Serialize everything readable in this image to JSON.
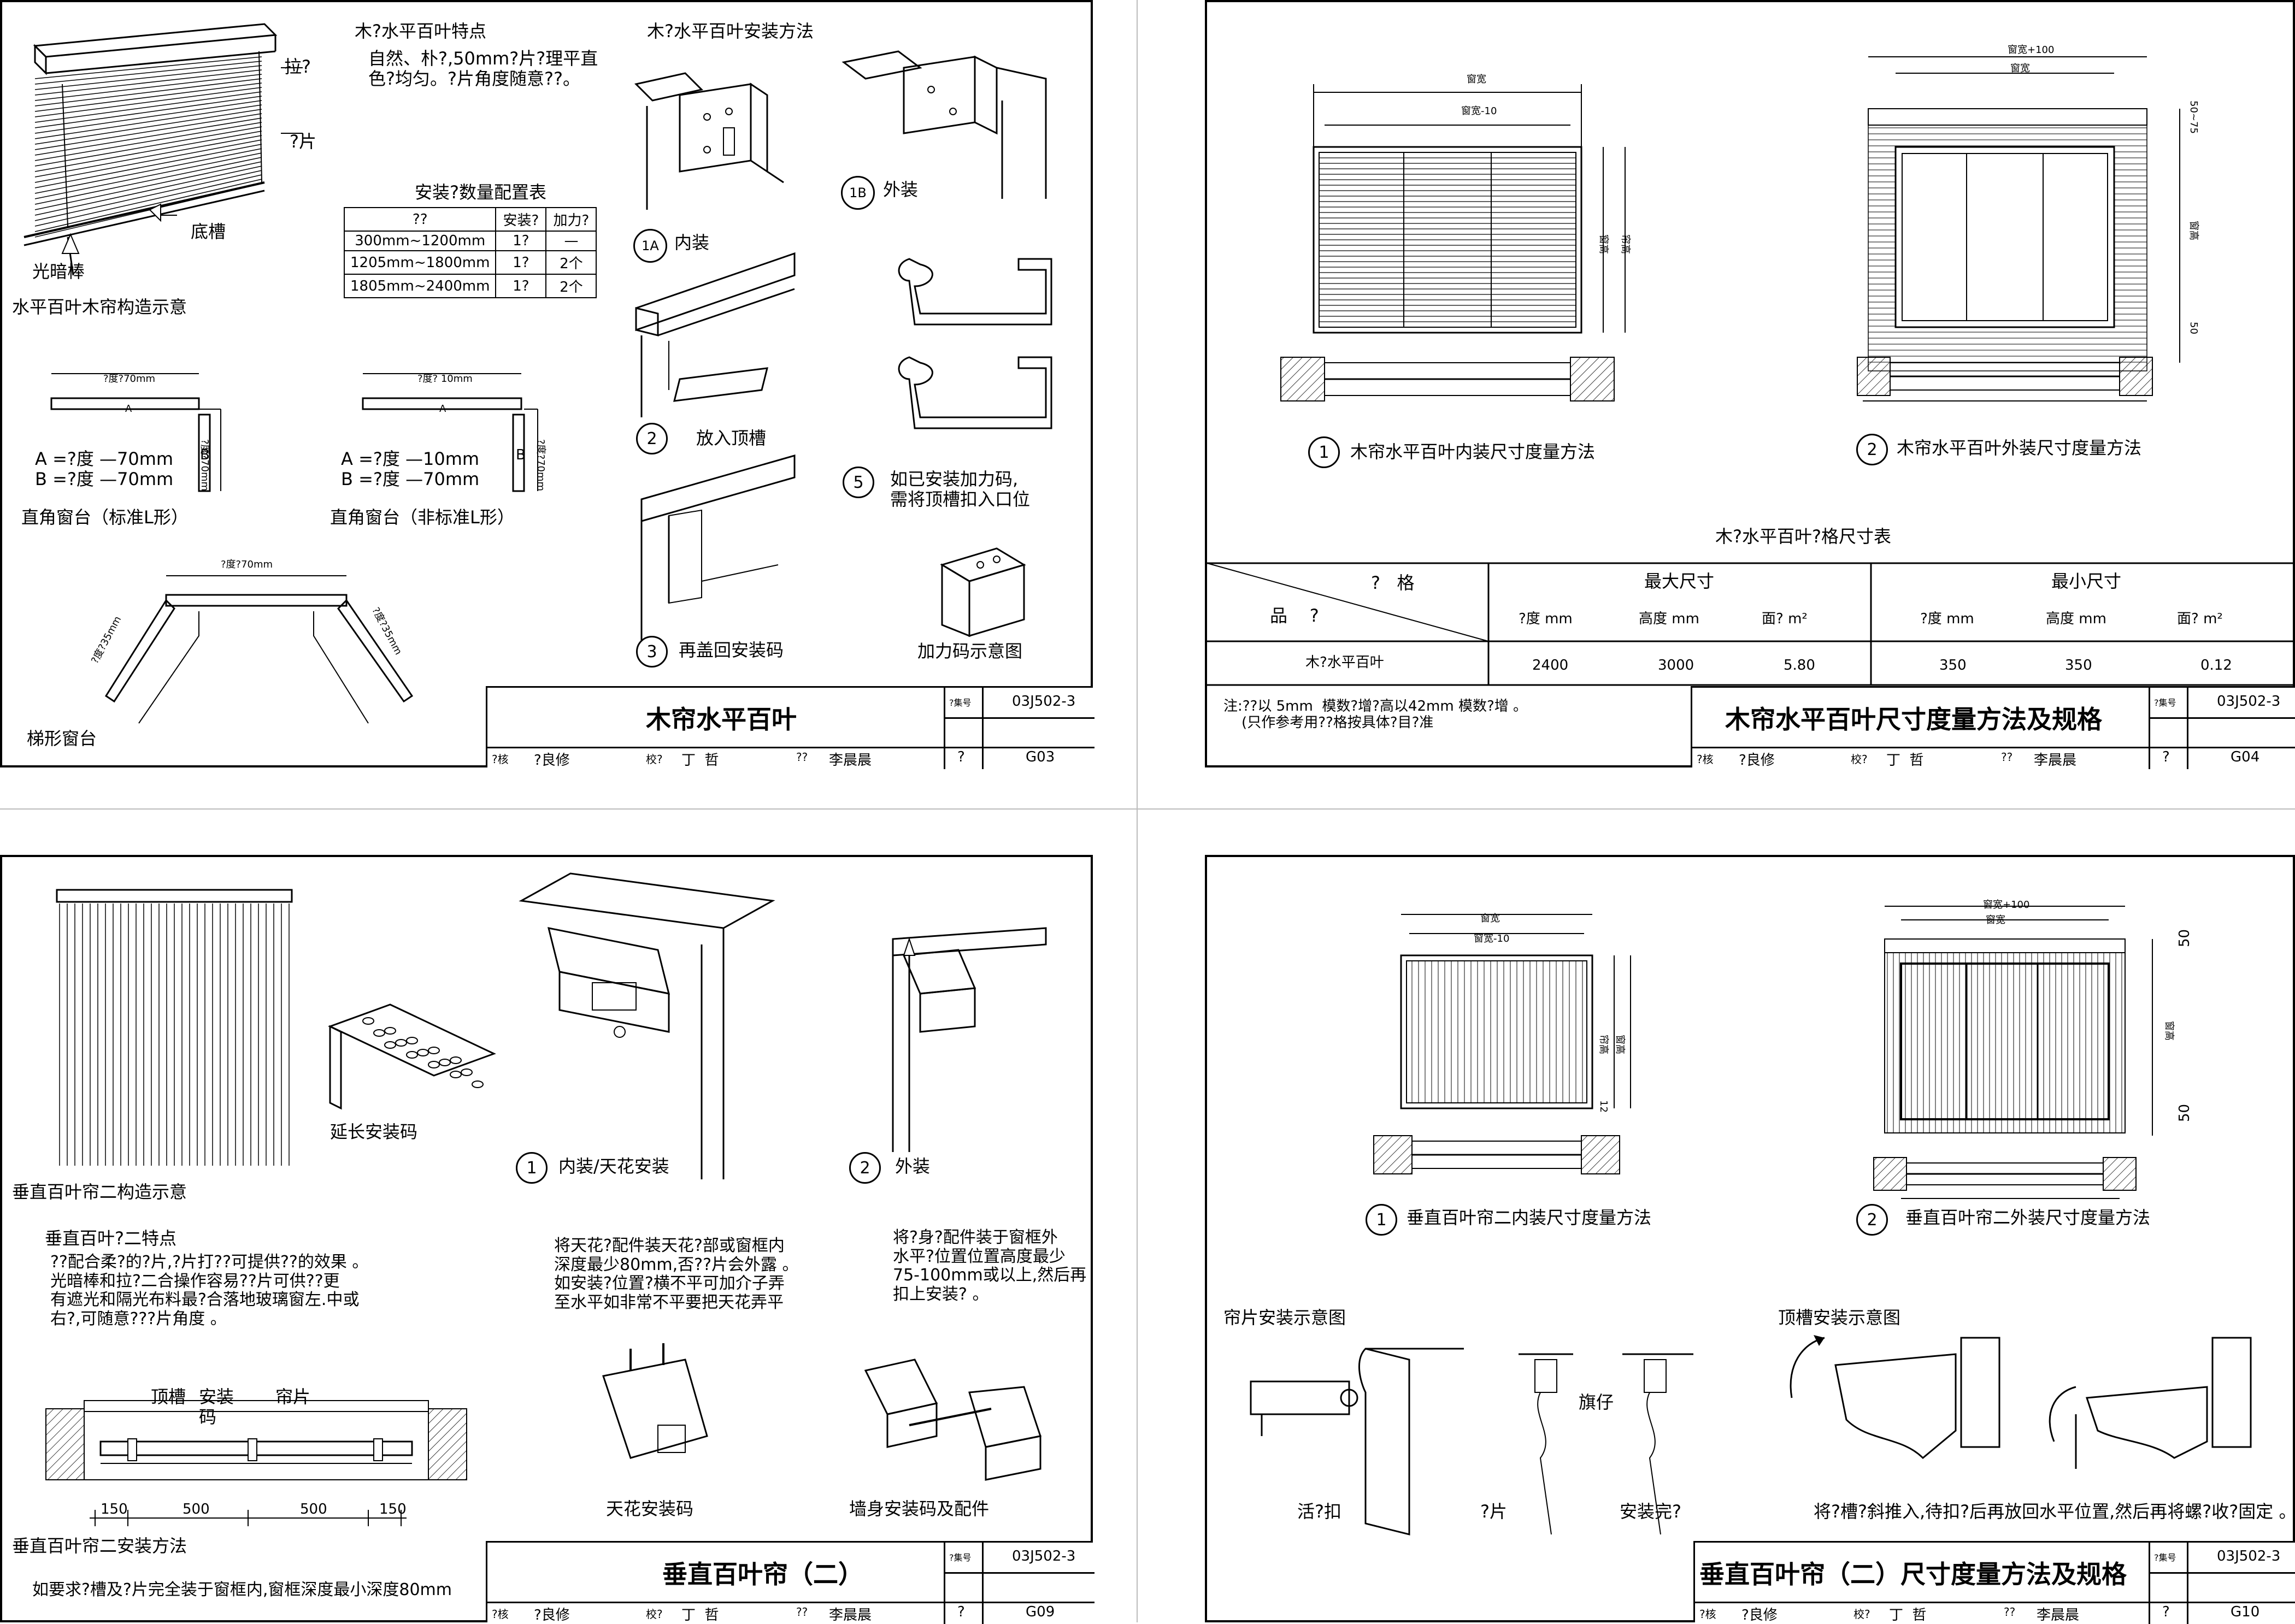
{
  "g03": {
    "structure_title": "水平百叶木帘构造示意",
    "label_pull": "拉?",
    "label_slat": "?片",
    "label_bottom_rail": "底槽",
    "label_wand": "光暗棒",
    "features_title": "木?水平百叶特点",
    "features_text": "自然、朴?,50mm?片?理平直\n色?均匀。?片角度随意??。",
    "install_title": "木?水平百叶安装方法",
    "table_title": "安装?数量配置表",
    "table_headers": [
      "??",
      "安装?",
      "加力?"
    ],
    "table_rows": [
      [
        "300mm~1200mm",
        "1?",
        "—"
      ],
      [
        "1205mm~1800mm",
        "1?",
        "2个"
      ],
      [
        "1805mm~2400mm",
        "1?",
        "2个"
      ]
    ],
    "step_1a": "1A",
    "step_1a_label": "内装",
    "step_1b": "1B",
    "step_1b_label": "外装",
    "step_2": "2",
    "step_2_label": "放入顶槽",
    "step_3": "3",
    "step_3_label": "再盖回安装码",
    "step_5": "5",
    "step_5_label": "如已安装加力码,\n需将顶槽扣入口位",
    "bracket_caption": "加力码示意图",
    "l_std_dim_top": "?度?70mm",
    "l_std_a": "A",
    "l_std_b": "B",
    "l_std_dim_side": "?度?70mm",
    "l_std_formula": "A =?度 —70mm\nB =?度 —70mm",
    "l_std_caption": "直角窗台（标准L形）",
    "l_non_dim_top": "?度? 10mm",
    "l_non_a": "A",
    "l_non_b": "B",
    "l_non_dim_side": "?度?70mm",
    "l_non_formula": "A =?度 —10mm\nB =?度 —70mm",
    "l_non_caption": "直角窗台（非标准L形）",
    "trap_dim_top": "?度?70mm",
    "trap_dim_left": "?度?35mm",
    "trap_dim_right": "?度?35mm",
    "trap_caption": "梯形窗台",
    "tb_title": "木帘水平百叶",
    "tb_code_label": "?集号",
    "tb_code": "03J502-3",
    "tb_page_label": "?",
    "tb_page": "G03",
    "tb_row": [
      "?核",
      "?良修",
      "校?",
      "丁  哲",
      "??",
      "李晨晨"
    ]
  },
  "g04": {
    "diag1_dim_outer": "窗宽",
    "diag1_dim_inner": "窗宽-10",
    "diag1_dim_h1": "窗高",
    "diag1_dim_h2": "帘高",
    "diag1_step": "1",
    "diag1_caption": "木帘水平百叶内装尺寸度量方法",
    "diag2_dim_outer": "窗宽+100",
    "diag2_dim_inner": "窗宽",
    "diag2_dim_top": "50~75",
    "diag2_dim_h": "窗高",
    "diag2_dim_bottom": "50",
    "diag2_step": "2",
    "diag2_caption": "木帘水平百叶外装尺寸度量方法",
    "spec_title": "木?水平百叶?格尺寸表",
    "spec_header_spec": "?   格",
    "spec_header_product": "品    ?",
    "spec_header_max": "最大尺寸",
    "spec_header_min": "最小尺寸",
    "spec_cols": [
      "?度 mm",
      "高度 mm",
      "面? m²",
      "?度 mm",
      "高度 mm",
      "面? m²"
    ],
    "spec_row_name": "木?水平百叶",
    "spec_row_values": [
      "2400",
      "3000",
      "5.80",
      "350",
      "350",
      "0.12"
    ],
    "note": "注:??以 5mm  模数?增?高以42mm 模数?增 。\n    (只作参考用??格按具体?目?准",
    "tb_title": "木帘水平百叶尺寸度量方法及规格",
    "tb_code_label": "?集号",
    "tb_code": "03J502-3",
    "tb_page_label": "?",
    "tb_page": "G04",
    "tb_row": [
      "?核",
      "?良修",
      "校?",
      "丁  哲",
      "??",
      "李晨晨"
    ]
  },
  "g09": {
    "structure_caption": "垂直百叶帘二构造示意",
    "ext_bracket_caption": "延长安装码",
    "step_1": "1",
    "step_1_label": "内装/天花安装",
    "step_2": "2",
    "step_2_label": "外装",
    "features_title": "垂直百叶?二特点",
    "features_text": "??配合柔?的?片,?片打??可提供??的效果 。\n光暗棒和拉?二合操作容易??片可供??更\n有遮光和隔光布料最?合落地玻璃窗左.中或\n右?,可随意???片角度 。",
    "ceiling_text": "将天花?配件装天花?部或窗框内\n深度最少80mm,否??片会外露 。\n如安装?位置?横不平可加介子弄\n至水平如非常不平要把天花弄平",
    "wall_text": "将?身?配件装于窗框外\n水平?位置位置高度最少\n75-100mm或以上,然后再\n扣上安装? 。",
    "ceiling_bracket_caption": "天花安装码",
    "wall_bracket_caption": "墙身安装码及配件",
    "plan_label_rail": "顶槽",
    "plan_label_bracket": "安装\n码",
    "plan_label_slat": "帘片",
    "dims": [
      "150",
      "500",
      "500",
      "150"
    ],
    "method_caption": "垂直百叶帘二安装方法",
    "bottom_note": "如要求?槽及?片完全装于窗框内,窗框深度最小深度80mm",
    "tb_title": "垂直百叶帘（二）",
    "tb_code_label": "?集号",
    "tb_code": "03J502-3",
    "tb_page_label": "?",
    "tb_page": "G09",
    "tb_row": [
      "?核",
      "?良修",
      "校?",
      "丁  哲",
      "??",
      "李晨晨"
    ]
  },
  "g10": {
    "diag1_dim_outer": "窗宽",
    "diag1_dim_inner": "窗宽-10",
    "diag1_dim_h1": "帘高",
    "diag1_dim_h2": "窗高",
    "diag1_dim_bottom": "12",
    "diag1_step": "1",
    "diag1_caption": "垂直百叶帘二内装尺寸度量方法",
    "diag2_dim_outer": "窗宽+100",
    "diag2_dim_inner": "窗宽",
    "diag2_dim_top": "50",
    "diag2_dim_h": "窗高",
    "diag2_dim_bottom": "50",
    "diag2_step": "2",
    "diag2_caption": "垂直百叶帘二外装尺寸度量方法",
    "slat_install_title": "帘片安装示意图",
    "rail_install_title": "顶槽安装示意图",
    "label_clip": "活?扣",
    "label_slat": "?片",
    "label_flag": "旗仔",
    "label_done": "安装完?",
    "rail_note": "将?槽?斜推入,待扣?后再放回水平位置,然后再将螺?收?固定 。",
    "tb_title": "垂直百叶帘（二）尺寸度量方法及规格",
    "tb_code_label": "?集号",
    "tb_code": "03J502-3",
    "tb_page_label": "?",
    "tb_page": "G10",
    "tb_row": [
      "?核",
      "?良修",
      "校?",
      "丁  哲",
      "??",
      "李晨晨"
    ]
  }
}
